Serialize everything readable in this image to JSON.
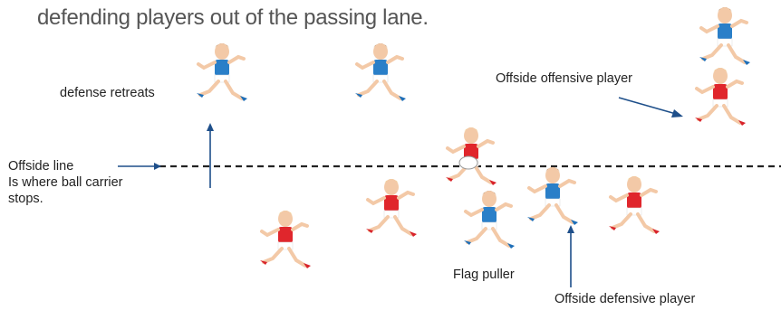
{
  "heading": "defending players out of the passing lane.",
  "labels": {
    "defense_retreats": "defense retreats",
    "offside_offensive": "Offside offensive player",
    "offside_line_1": "Offside line",
    "offside_line_2": "Is where ball carrier",
    "offside_line_3": "stops.",
    "flag_puller": "Flag puller",
    "offside_defensive": "Offside defensive player"
  },
  "colors": {
    "arrow": "#1e4f8a",
    "offside_line": "#222222",
    "defense_shirt": "#2a7fc8",
    "offense_shirt": "#e0262c",
    "shorts": "#ffffff",
    "shoe": "#1e6fb8",
    "offense_shoe": "#d8232a"
  }
}
